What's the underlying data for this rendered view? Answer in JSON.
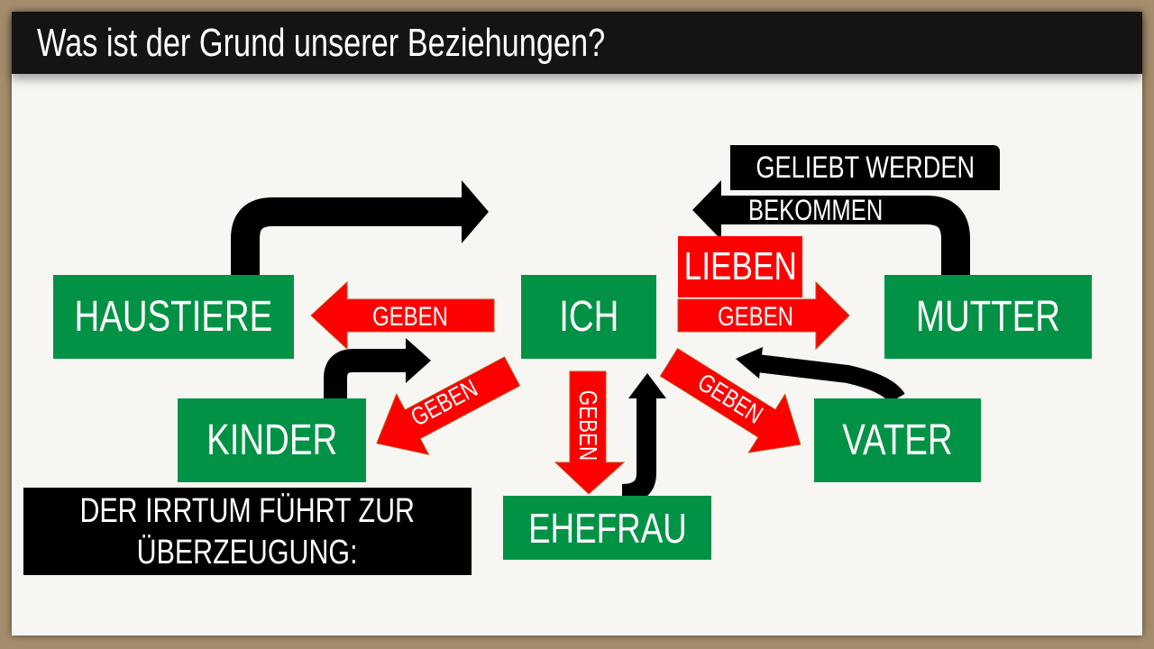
{
  "title": "Was ist der Grund unserer Beziehungen?",
  "nodes": {
    "haustiere": "HAUSTIERE",
    "ich": "ICH",
    "mutter": "MUTTER",
    "kinder": "KINDER",
    "vater": "VATER",
    "ehefrau": "EHEFRAU"
  },
  "labels": {
    "geliebt_werden": "GELIEBT WERDEN",
    "bekommen": "BEKOMMEN",
    "lieben": "LIEBEN",
    "geben_left": "GEBEN",
    "geben_right": "GEBEN",
    "geben_kinder": "GEBEN",
    "geben_ehefrau": "GEBEN",
    "geben_vater": "GEBEN"
  },
  "note": {
    "line1": "DER IRRTUM FÜHRT ZUR",
    "line2": "ÜBERZEUGUNG:"
  },
  "colors": {
    "green": "#019245",
    "red": "#ff0000",
    "black": "#000000"
  }
}
